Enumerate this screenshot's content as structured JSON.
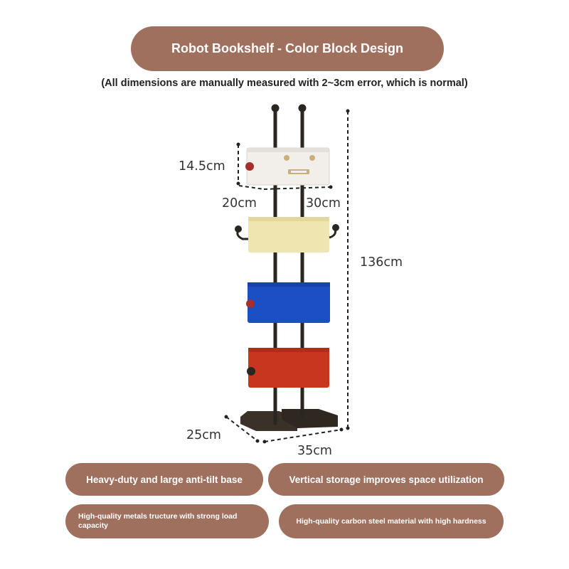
{
  "header": {
    "title": "Robot Bookshelf - Color Block Design",
    "note": "(All dimensions are manually measured with 2~3cm error, which is normal)"
  },
  "dimensions": {
    "box_height": "14.5cm",
    "box_depth": "20cm",
    "box_width": "30cm",
    "total_height": "136cm",
    "base_depth": "25cm",
    "base_width": "35cm"
  },
  "features": [
    "Heavy-duty and large anti-tilt base",
    "Vertical storage improves space utilization",
    "High-quality metals tructure with strong load capacity",
    "High-quality carbon steel material with high hardness"
  ],
  "colors": {
    "pill": "#a0705e",
    "box_white": "#f2eeea",
    "box_cream": "#efe5b0",
    "box_blue": "#1d4fc4",
    "box_red": "#c9361f",
    "frame": "#2a2620",
    "knob": "#a3302a"
  }
}
